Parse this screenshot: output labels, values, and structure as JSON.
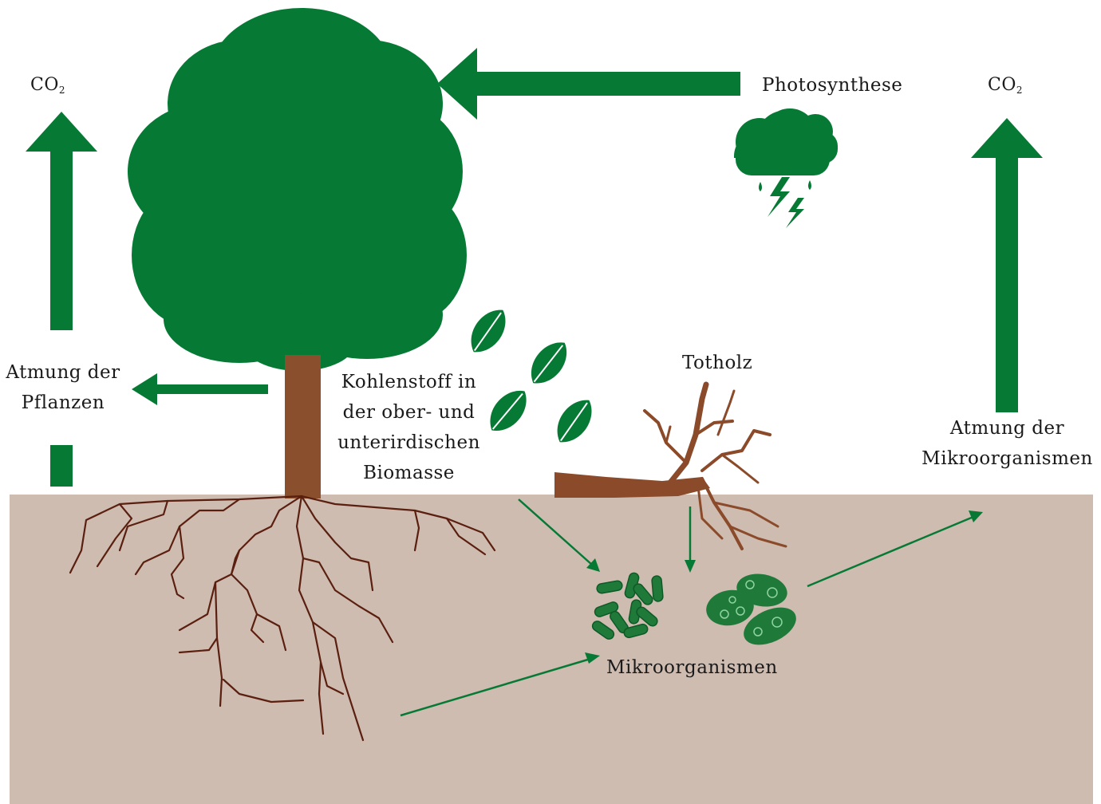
{
  "labels": {
    "co2_left": "CO",
    "co2_right": "CO",
    "co2_subscript": "2",
    "photosynthesis": "Photosynthese",
    "plant_respiration_line1": "Atmung der",
    "plant_respiration_line2": "Pflanzen",
    "carbon_biomass_line1": "Kohlenstoff in",
    "carbon_biomass_line2": "der ober- und",
    "carbon_biomass_line3": "unterirdischen",
    "carbon_biomass_line4": "Biomasse",
    "deadwood": "Totholz",
    "microbe_respiration_line1": "Atmung der",
    "microbe_respiration_line2": "Mikroorganismen",
    "microorganisms": "Mikroorganismen"
  },
  "colors": {
    "green": "#067a34",
    "trunk": "#8a4f2c",
    "root": "#5a1f0f",
    "deadwood": "#8b4a2a",
    "soil": "#cfbcb1",
    "text": "#1a1a1a"
  }
}
